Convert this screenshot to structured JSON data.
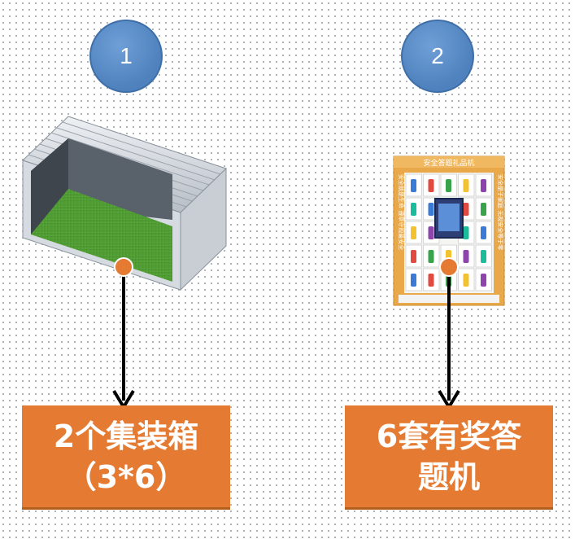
{
  "steps": [
    {
      "number": "1",
      "label_line1": "2个集装箱",
      "label_line2": "（3*6）",
      "icon": "shipping-container-icon"
    },
    {
      "number": "2",
      "label_line1": "6套有奖答",
      "label_line2": "题机",
      "icon": "quiz-vending-machine-icon"
    }
  ],
  "machine": {
    "title": "安全答题礼品机",
    "left_text": "安全就是生命 遵章守规最安全",
    "right_text": "安全是子家庭 无视安全等于零"
  },
  "colors": {
    "circle": "#4e81bd",
    "label_box": "#e57b32",
    "connector_dot": "#e57b32",
    "arrow": "#000000"
  }
}
